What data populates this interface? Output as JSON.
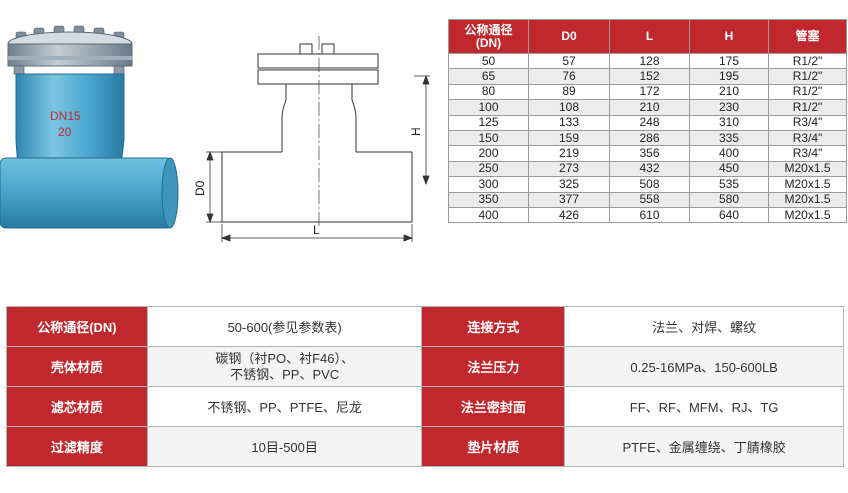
{
  "photo": {
    "label_line1": "DN15",
    "label_line2": "20"
  },
  "drawing": {
    "label_d0": "D0",
    "label_h": "H",
    "label_l": "L"
  },
  "dim_table": {
    "headers": [
      "公称通径\n(DN)",
      "D0",
      "L",
      "H",
      "管塞"
    ],
    "rows": [
      [
        "50",
        "57",
        "128",
        "175",
        "R1/2\""
      ],
      [
        "65",
        "76",
        "152",
        "195",
        "R1/2\""
      ],
      [
        "80",
        "89",
        "172",
        "210",
        "R1/2\""
      ],
      [
        "100",
        "108",
        "210",
        "230",
        "R1/2\""
      ],
      [
        "125",
        "133",
        "248",
        "310",
        "R3/4\""
      ],
      [
        "150",
        "159",
        "286",
        "335",
        "R3/4\""
      ],
      [
        "200",
        "219",
        "356",
        "400",
        "R3/4\""
      ],
      [
        "250",
        "273",
        "432",
        "450",
        "M20x1.5"
      ],
      [
        "300",
        "325",
        "508",
        "535",
        "M20x1.5"
      ],
      [
        "350",
        "377",
        "558",
        "580",
        "M20x1.5"
      ],
      [
        "400",
        "426",
        "610",
        "640",
        "M20x1.5"
      ]
    ]
  },
  "spec_table": {
    "rows": [
      {
        "label_a": "公称通径(DN)",
        "value_a": "50-600(参见参数表)",
        "label_b": "连接方式",
        "value_b": "法兰、对焊、螺纹"
      },
      {
        "label_a": "壳体材质",
        "value_a": "碳钢（衬PO、衬F46）、\n不锈钢、PP、PVC",
        "label_b": "法兰压力",
        "value_b": "0.25-16MPa、150-600LB"
      },
      {
        "label_a": "滤芯材质",
        "value_a": "不锈钢、PP、PTFE、尼龙",
        "label_b": "法兰密封面",
        "value_b": "FF、RF、MFM、RJ、TG"
      },
      {
        "label_a": "过滤精度",
        "value_a": "10目-500目",
        "label_b": "垫片材质",
        "value_b": "PTFE、金属缠绕、丁腈橡胶"
      }
    ]
  },
  "colors": {
    "header_red": "#c0282d",
    "body_blue": "#4aa3c8",
    "flange_gray": "#8a9aa8"
  }
}
